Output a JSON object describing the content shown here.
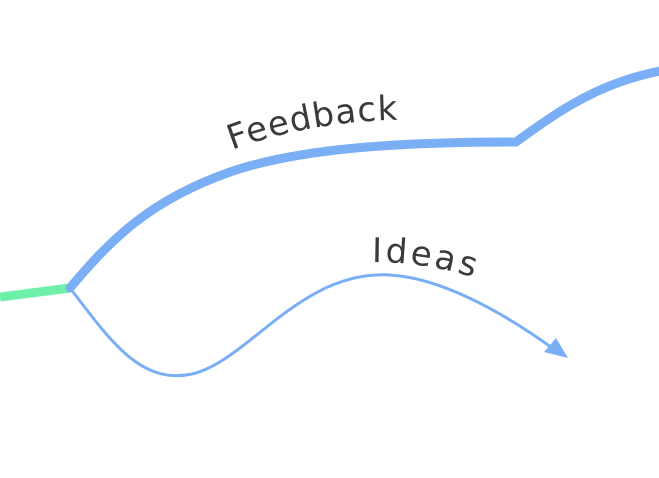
{
  "mindmap": {
    "branches": [
      {
        "id": "feedback",
        "label": "Feedback",
        "color": "#7aaef5"
      },
      {
        "id": "ideas",
        "label": "Ideas",
        "color": "#7aaef5"
      }
    ],
    "incoming_connector_color": "#6ef0a8"
  }
}
